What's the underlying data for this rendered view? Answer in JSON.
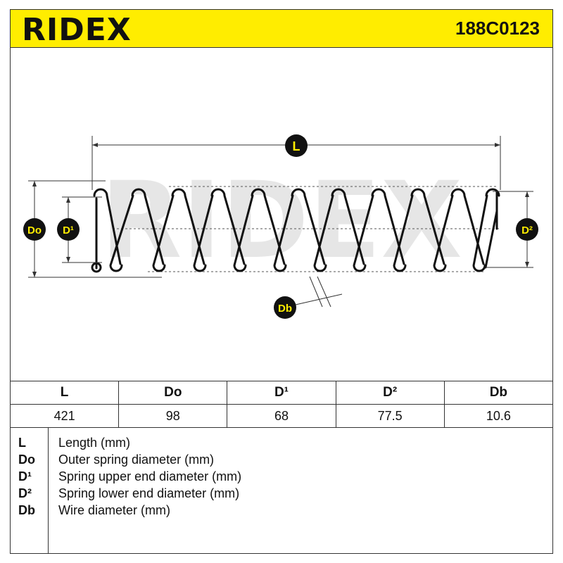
{
  "header": {
    "brand": "RIDEX",
    "part_number": "188C0123",
    "background_color": "#ffed00"
  },
  "diagram": {
    "labels": {
      "length": "L",
      "outer_diameter": "Do",
      "upper_diameter": "D¹",
      "lower_diameter": "D²",
      "wire_diameter": "Db"
    },
    "watermark": "RIDEX"
  },
  "table": {
    "headers": [
      "L",
      "Do",
      "D¹",
      "D²",
      "Db"
    ],
    "values": [
      "421",
      "98",
      "68",
      "77.5",
      "10.6"
    ]
  },
  "legend": [
    {
      "key": "L",
      "text": "Length (mm)"
    },
    {
      "key": "Do",
      "text": "Outer spring diameter (mm)"
    },
    {
      "key": "D¹",
      "text": "Spring upper end diameter (mm)"
    },
    {
      "key": "D²",
      "text": "Spring lower end diameter (mm)"
    },
    {
      "key": "Db",
      "text": "Wire diameter (mm)"
    }
  ]
}
